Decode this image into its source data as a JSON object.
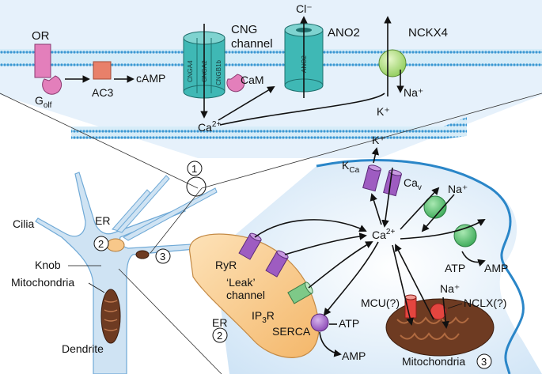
{
  "membrane_top": {
    "or_label": "OR",
    "golf_label_main": "G",
    "golf_label_sub": "olf",
    "ac3_label": "AC3",
    "camp_label": "cAMP",
    "cng_label_line1": "CNG",
    "cng_label_line2": "channel",
    "cnga4_label": "CNGA4",
    "cnga2_label": "CNGA2",
    "cngb1b_label": "CNGB1b",
    "cam_label": "CaM",
    "ca_label_main": "Ca",
    "ca_label_sup": "2+",
    "cl_label": "Cl⁻",
    "ano2_label": "ANO2",
    "ano2_channel_text": "ANO2",
    "nckx4_label": "NCKX4",
    "na_label": "Na⁺",
    "k_label": "K⁺"
  },
  "neuron": {
    "cilia_label": "Cilia",
    "er_label": "ER",
    "knob_label": "Knob",
    "mitochondria_label": "Mitochondria",
    "dendrite_label": "Dendrite",
    "marker_1": "1",
    "marker_2": "2",
    "marker_3": "3"
  },
  "zoom_right": {
    "k_top_label": "K⁺",
    "kca_main": "K",
    "kca_sub": "Ca",
    "cav_main": "Ca",
    "cav_sub": "v",
    "na_label": "Na⁺",
    "ca_center_main": "Ca",
    "ca_center_sup": "2+",
    "atp_label": "ATP",
    "amp_label": "AMP",
    "ryr_label": "RyR",
    "leak_line1": "‘Leak’",
    "leak_line2": "channel",
    "ip3r_main": "IP",
    "ip3r_sub": "3",
    "ip3r_tail": "R",
    "serca_label": "SERCA",
    "er_label": "ER",
    "er_marker": "2",
    "atp_er_label": "ATP",
    "amp_er_label": "AMP",
    "mcu_label": "MCU(?)",
    "na_mito_label": "Na⁺",
    "nclx_label": "NCLX(?)",
    "mito_label": "Mitochondria",
    "mito_marker": "3"
  },
  "colors": {
    "membrane_blue": "#5ab0e0",
    "cytoplasm_blue": "#dcebf8",
    "channel_teal": "#3fb8b5",
    "or_pink": "#e37fbb",
    "ac3_orange": "#e8806a",
    "nckx4_green": "#b9e08a",
    "er_tan": "#f8c88a",
    "kca_purple": "#9e5cc1",
    "pump_green": "#5ec472",
    "ip3r_green": "#7ec988",
    "mcu_red": "#e4453f",
    "mito_brown": "#6e3b22"
  }
}
